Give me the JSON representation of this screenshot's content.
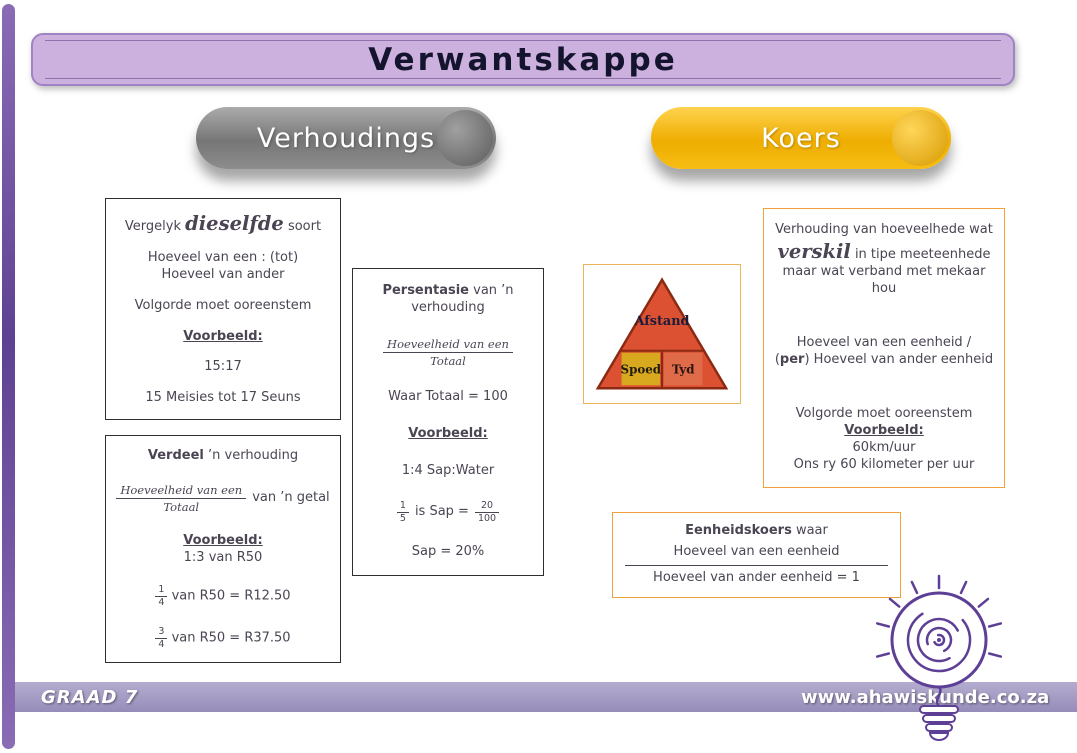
{
  "title": "Verwantskappe",
  "tabs": {
    "left": "Verhoudings",
    "right": "Koers"
  },
  "vergelyk": {
    "heading": {
      "pre": "Vergelyk ",
      "em": "dieselfde",
      "post": " soort"
    },
    "line1": "Hoeveel van een : (tot)",
    "line2": "Hoeveel van ander",
    "line3": "Volgorde moet ooreenstem",
    "voorbeeld": "Voorbeeld:",
    "ex1": "15:17",
    "ex2": "15 Meisies tot 17 Seuns"
  },
  "verdeel": {
    "heading": {
      "em": "Verdeel",
      "post": " ’n verhouding"
    },
    "frac": {
      "num": "Hoeveelheid van een",
      "den": "Totaal"
    },
    "frac_after": "van ’n getal",
    "voorbeeld": "Voorbeeld:",
    "ex1": "1:3 van R50",
    "ex2": {
      "num": "1",
      "den": "4",
      "text": " van R50 = R12.50"
    },
    "ex3": {
      "num": "3",
      "den": "4",
      "text": " van R50 = R37.50"
    }
  },
  "persentasie": {
    "heading": {
      "em": "Persentasie",
      "post": " van ’n verhouding"
    },
    "frac": {
      "num": "Hoeveelheid van een",
      "den": "Totaal"
    },
    "line1": "Waar Totaal = 100",
    "voorbeeld": "Voorbeeld:",
    "ex1": "1:4  Sap:Water",
    "ex2": {
      "f1num": "1",
      "f1den": "5",
      "mid": " is Sap = ",
      "f2num": "20",
      "f2den": "100"
    },
    "ex3": "Sap = 20%"
  },
  "triangle": {
    "top": "Afstand",
    "left": "Spoed",
    "right": "Tyd"
  },
  "koers": {
    "p1": {
      "pre": "Verhouding van hoeveelhede wat ",
      "em": "verskil",
      "post": " in tipe meeteenhede maar wat verband met mekaar hou"
    },
    "p2a": "Hoeveel van een eenheid /",
    "p2b": {
      "pre": "(",
      "em": "per",
      "post": ") Hoeveel van ander eenheid"
    },
    "p3": "Volgorde moet ooreenstem",
    "voorbeeld": "Voorbeeld:",
    "ex1": "60km/uur",
    "ex2": "Ons ry 60 kilometer per uur"
  },
  "eenheidskoers": {
    "heading": {
      "em": "Eenheidskoers",
      "post": " waar"
    },
    "num": "Hoeveel van een eenheid",
    "den": "Hoeveel van ander eenheid = 1"
  },
  "footer": {
    "grade": "GRAAD 7",
    "site": "www.ahawiskunde.co.za"
  },
  "colors": {
    "banner_bg": "#ccb1df",
    "banner_border": "#9f83c2",
    "side_bar": "#6f53a0",
    "tab_gray": "#8c8c8c",
    "tab_yellow": "#f2b200",
    "box_border_dark": "#2f2f2f",
    "box_border_orange": "#f0a13e",
    "triangle_red": "#dc5131",
    "triangle_yellow": "#d8a81f",
    "footer_bg": "#a299c2",
    "text": "#4b4553",
    "logo_purple": "#5d3f96"
  }
}
